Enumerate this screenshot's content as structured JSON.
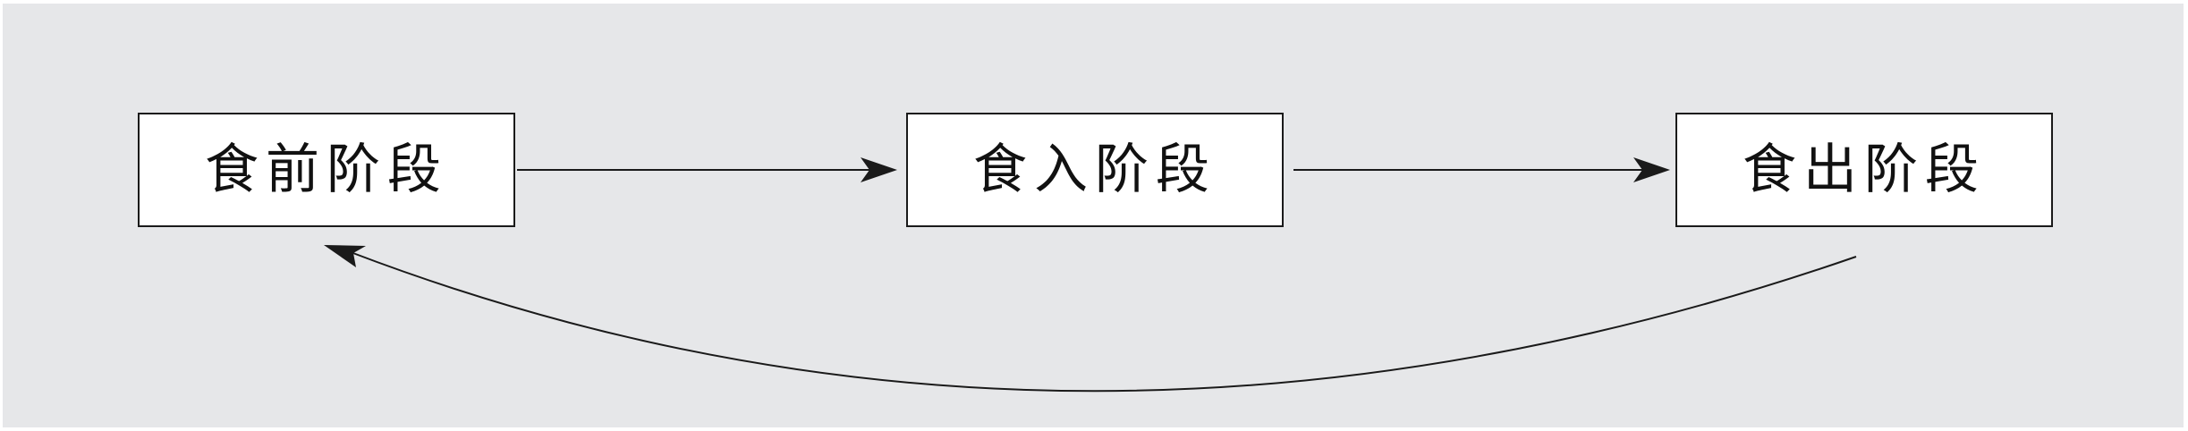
{
  "diagram": {
    "background_color": "#e6e7e9",
    "box_fill": "#ffffff",
    "stroke_color": "#1a1a1a",
    "nodes": [
      {
        "id": "before",
        "label": "食前阶段"
      },
      {
        "id": "during",
        "label": "食入阶段"
      },
      {
        "id": "after",
        "label": "食出阶段"
      }
    ],
    "edges": [
      {
        "from": "before",
        "to": "during",
        "style": "straight-arrow"
      },
      {
        "from": "during",
        "to": "after",
        "style": "straight-arrow"
      },
      {
        "from": "after",
        "to": "before",
        "style": "curved-arrow"
      }
    ]
  }
}
